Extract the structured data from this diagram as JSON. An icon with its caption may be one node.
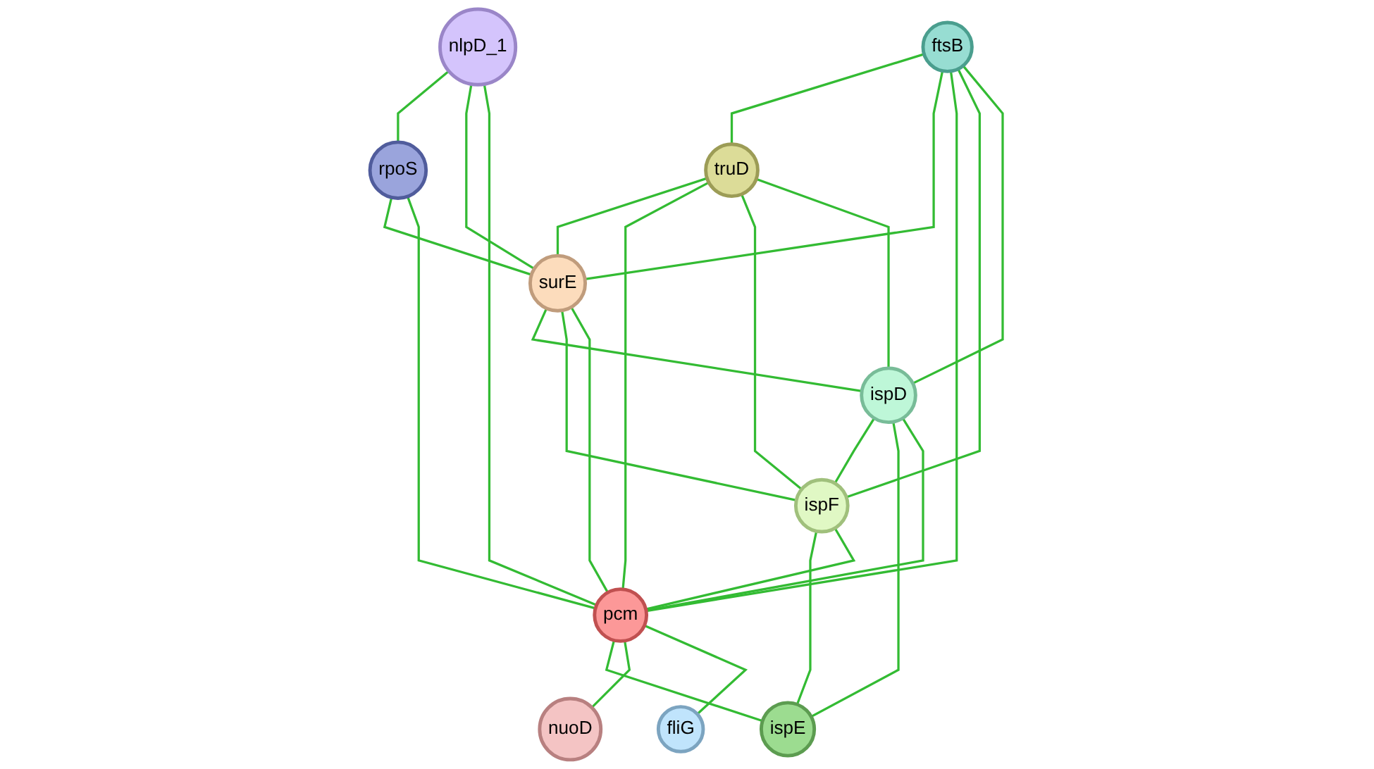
{
  "diagram": {
    "nodes": [
      {
        "text": [
          "nlpD_1"
        ]
      },
      {
        "text": [
          "ftsB"
        ]
      },
      {
        "text": [
          "truD"
        ]
      },
      {
        "text": [
          "surE"
        ]
      },
      {
        "text": [
          "rpoS"
        ]
      },
      {
        "text": [
          "ispD"
        ]
      },
      {
        "text": [
          "ispF"
        ]
      },
      {
        "text": [
          "pcm"
        ]
      },
      {
        "text": [
          "ispE"
        ]
      },
      {
        "text": [
          "nuoD"
        ]
      },
      {
        "text": [
          "fliG"
        ]
      }
    ],
    "edges": [
      {
        "from": 0,
        "to": 4,
        "arrow": "none"
      },
      {
        "from": 0,
        "to": 3,
        "arrow": "none"
      },
      {
        "from": 0,
        "to": 7,
        "arrow": "none"
      },
      {
        "from": 4,
        "to": 3,
        "arrow": "none"
      },
      {
        "from": 4,
        "to": 7,
        "arrow": "none"
      },
      {
        "from": 1,
        "to": 2,
        "arrow": "none"
      },
      {
        "from": 1,
        "to": 3,
        "arrow": "none"
      },
      {
        "from": 1,
        "to": 7,
        "arrow": "none"
      },
      {
        "from": 1,
        "to": 6,
        "arrow": "none"
      },
      {
        "from": 1,
        "to": 5,
        "arrow": "none"
      },
      {
        "from": 2,
        "to": 3,
        "arrow": "none"
      },
      {
        "from": 2,
        "to": 7,
        "arrow": "none"
      },
      {
        "from": 2,
        "to": 6,
        "arrow": "none"
      },
      {
        "from": 2,
        "to": 5,
        "arrow": "none"
      },
      {
        "from": 3,
        "to": 5,
        "arrow": "none"
      },
      {
        "from": 3,
        "to": 6,
        "arrow": "none"
      },
      {
        "from": 3,
        "to": 7,
        "arrow": "none"
      },
      {
        "from": 5,
        "to": 6,
        "arrow": "none"
      },
      {
        "from": 5,
        "to": 8,
        "arrow": "none"
      },
      {
        "from": 5,
        "to": 7,
        "arrow": "none"
      },
      {
        "from": 6,
        "to": 8,
        "arrow": "none"
      },
      {
        "from": 6,
        "to": 7,
        "arrow": "none"
      },
      {
        "from": 7,
        "to": 8,
        "arrow": "none"
      },
      {
        "from": 7,
        "to": 9,
        "arrow": "none"
      },
      {
        "from": 7,
        "to": 10,
        "arrow": "none"
      }
    ]
  }
}
